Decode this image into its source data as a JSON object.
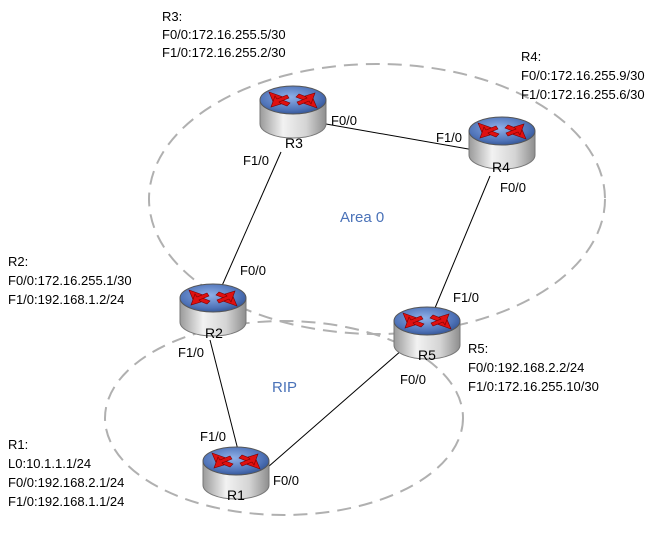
{
  "areas": {
    "area0": "Area 0",
    "rip": "RIP"
  },
  "routers": {
    "r1": {
      "name": "R1",
      "cfg_title": "R1:",
      "cfg": [
        "L0:10.1.1.1/24",
        "F0/0:192.168.2.1/24",
        "F1/0:192.168.1.1/24"
      ]
    },
    "r2": {
      "name": "R2",
      "cfg_title": "R2:",
      "cfg": [
        "F0/0:172.16.255.1/30",
        "F1/0:192.168.1.2/24"
      ]
    },
    "r3": {
      "name": "R3",
      "cfg_title": "R3:",
      "cfg": [
        "F0/0:172.16.255.5/30",
        "F1/0:172.16.255.2/30"
      ]
    },
    "r4": {
      "name": "R4",
      "cfg_title": "R4:",
      "cfg": [
        "F0/0:172.16.255.9/30",
        "F1/0:172.16.255.6/30"
      ]
    },
    "r5": {
      "name": "R5",
      "cfg_title": "R5:",
      "cfg": [
        "F0/0:192.168.2.2/24",
        "F1/0:172.16.255.10/30"
      ]
    }
  },
  "ports": {
    "r3_f00": "F0/0",
    "r3_f10": "F1/0",
    "r4_f10": "F1/0",
    "r4_f00": "F0/0",
    "r2_f00": "F0/0",
    "r2_f10": "F1/0",
    "r5_f10": "F1/0",
    "r5_f00": "F0/0",
    "r1_f10": "F1/0",
    "r1_f00": "F0/0"
  },
  "colors": {
    "router_body": "#c8c8c8",
    "router_top": "#5a7fc0",
    "arrow": "#e01010",
    "area_border": "#b0b0b0",
    "area_text": "#4a72b8"
  }
}
